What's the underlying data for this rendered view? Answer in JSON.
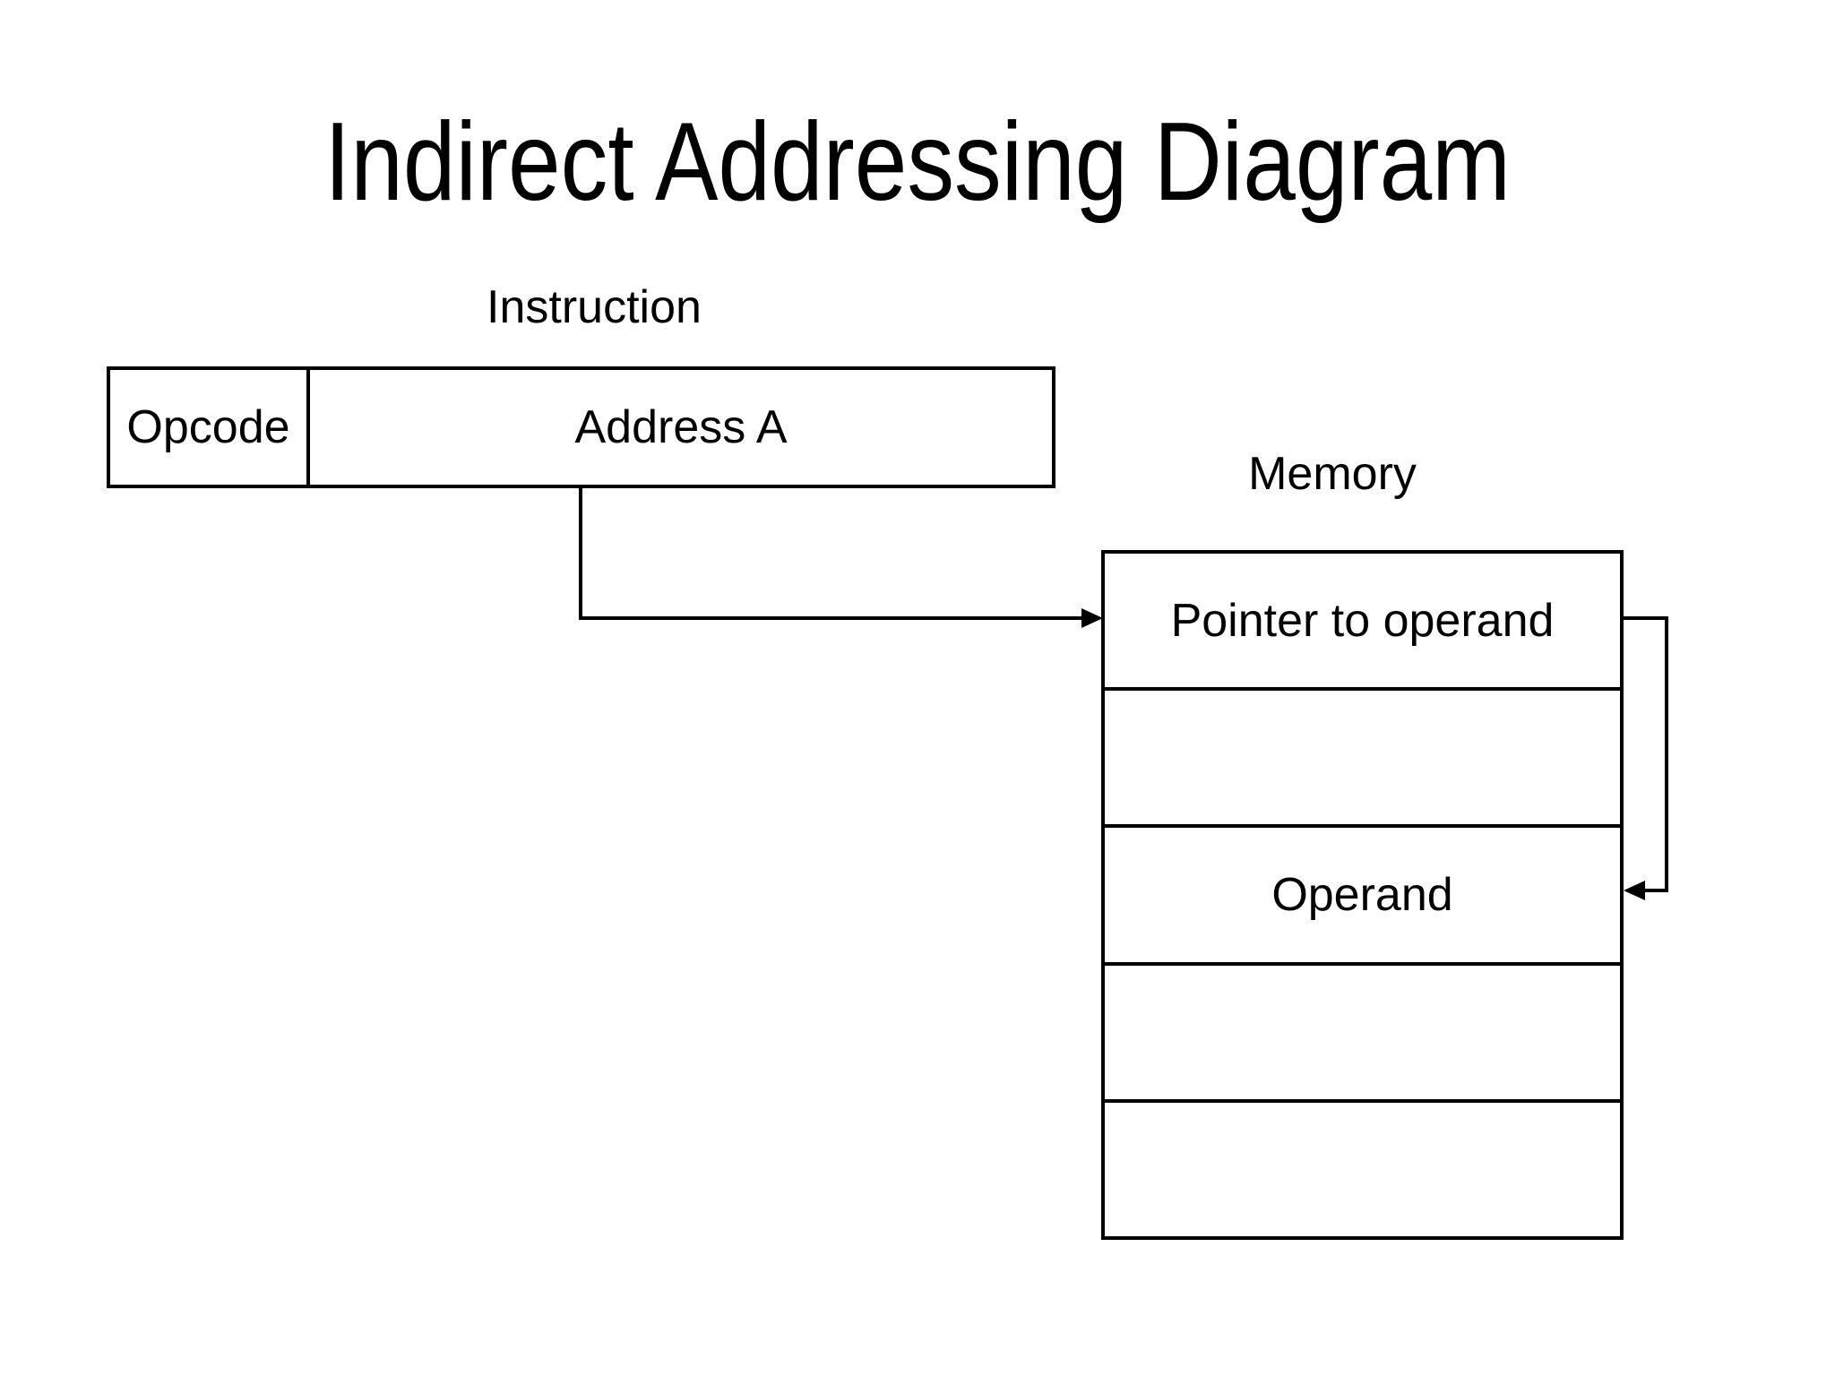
{
  "title": "Indirect Addressing Diagram",
  "instruction": {
    "label": "Instruction",
    "fields": [
      {
        "label": "Opcode"
      },
      {
        "label": "Address A"
      }
    ]
  },
  "memory": {
    "label": "Memory",
    "rows": [
      "Pointer to operand",
      "",
      "Operand",
      "",
      ""
    ]
  },
  "arrows": {
    "address_to_pointer": "Address A field to Pointer to operand row",
    "pointer_to_operand": "Pointer to operand row to Operand row"
  },
  "colors": {
    "background": "#ffffff",
    "stroke": "#000000",
    "text": "#000000"
  }
}
